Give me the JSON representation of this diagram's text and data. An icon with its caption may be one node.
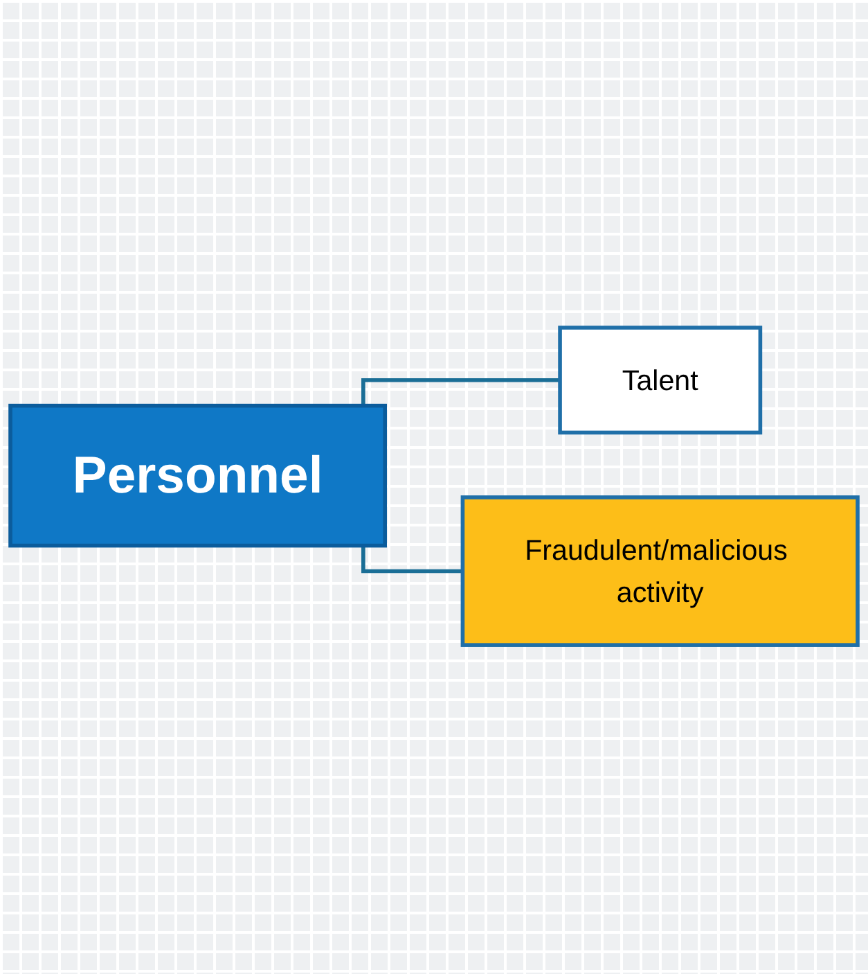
{
  "diagram": {
    "nodes": [
      {
        "text": [
          "Personnel"
        ]
      },
      {
        "text": [
          "Talent"
        ]
      },
      {
        "text": [
          "Fraudulent/malicious activity"
        ]
      }
    ],
    "edges": [
      {
        "from": 0,
        "to": 1,
        "arrow": "none"
      },
      {
        "from": 0,
        "to": 2,
        "arrow": "none"
      }
    ]
  }
}
